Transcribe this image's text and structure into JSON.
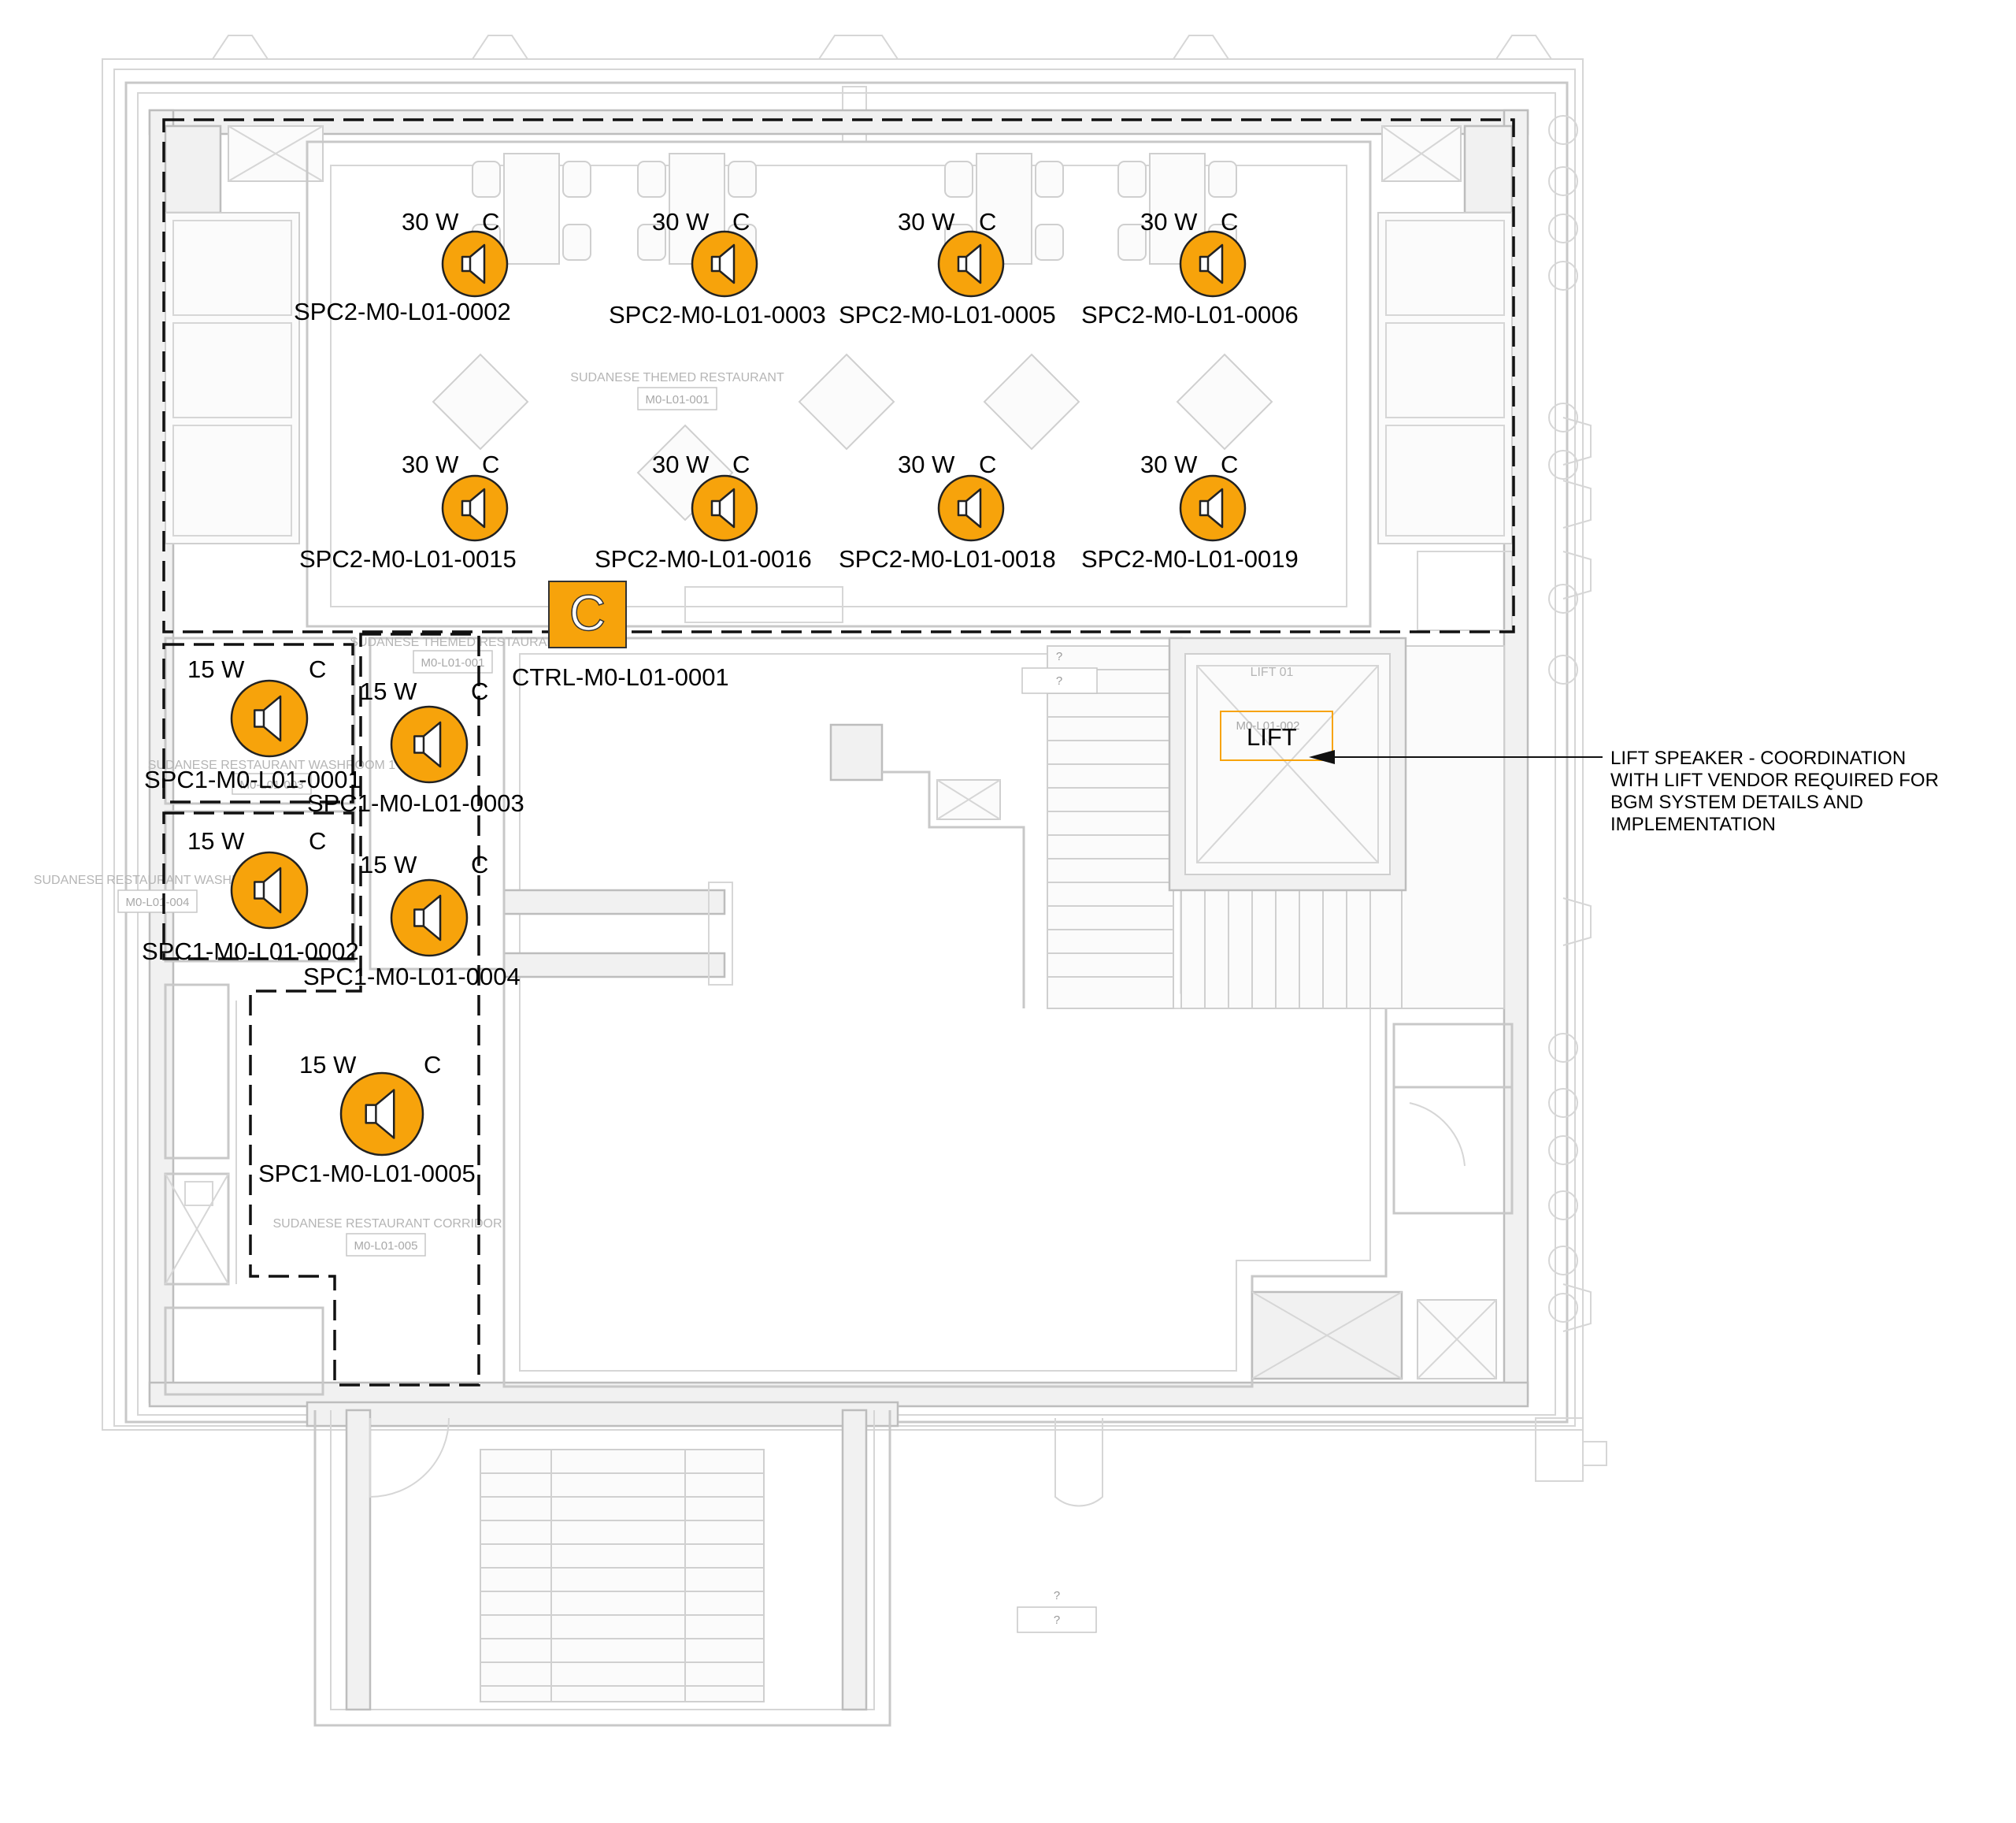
{
  "colors": {
    "speaker_fill": "#F7A30B",
    "speaker_stroke": "#222222",
    "zone_line": "#111111",
    "wall_line": "#C8C8C8",
    "room_text": "#B5B5B5"
  },
  "speaker_icon": "speaker-icon",
  "rooms": {
    "restaurant": {
      "name": "SUDANESE THEMED RESTAURANT",
      "id": "M0-L01-001"
    },
    "restaurant_overlap": {
      "name": "SUDANESE THEMED RESTAURANT",
      "id": "M0-L01-001"
    },
    "washroom1": {
      "name": "SUDANESE RESTAURANT WASHROOM 1",
      "id": "M0-L01-003"
    },
    "washroom2": {
      "name": "SUDANESE RESTAURANT WASHROOM 2",
      "id": "M0-L01-004"
    },
    "corridor": {
      "name": "SUDANESE RESTAURANT CORRIDOR",
      "id": "M0-L01-005"
    },
    "lift": {
      "name": "LIFT 01",
      "id": "M0-L01-002"
    },
    "unknown1": {
      "name": "?",
      "id": "?"
    },
    "unknown2": {
      "name": "?",
      "id": "?"
    }
  },
  "speakers": [
    {
      "id": "SPC2-M0-L01-0002",
      "watt": "30 W",
      "circuit": "C"
    },
    {
      "id": "SPC2-M0-L01-0003",
      "watt": "30 W",
      "circuit": "C"
    },
    {
      "id": "SPC2-M0-L01-0005",
      "watt": "30 W",
      "circuit": "C"
    },
    {
      "id": "SPC2-M0-L01-0006",
      "watt": "30 W",
      "circuit": "C"
    },
    {
      "id": "SPC2-M0-L01-0015",
      "watt": "30 W",
      "circuit": "C"
    },
    {
      "id": "SPC2-M0-L01-0016",
      "watt": "30 W",
      "circuit": "C"
    },
    {
      "id": "SPC2-M0-L01-0018",
      "watt": "30 W",
      "circuit": "C"
    },
    {
      "id": "SPC2-M0-L01-0019",
      "watt": "30 W",
      "circuit": "C"
    },
    {
      "id": "SPC1-M0-L01-0001",
      "watt": "15 W",
      "circuit": "C"
    },
    {
      "id": "SPC1-M0-L01-0003",
      "watt": "15 W",
      "circuit": "C"
    },
    {
      "id": "SPC1-M0-L01-0002",
      "watt": "15 W",
      "circuit": "C"
    },
    {
      "id": "SPC1-M0-L01-0004",
      "watt": "15 W",
      "circuit": "C"
    },
    {
      "id": "SPC1-M0-L01-0005",
      "watt": "15 W",
      "circuit": "C"
    }
  ],
  "controller": {
    "id": "CTRL-M0-L01-0001",
    "symbol": "C"
  },
  "lift_tag": "LIFT",
  "lift_note": [
    "LIFT SPEAKER - COORDINATION",
    "WITH LIFT VENDOR REQUIRED FOR",
    "BGM SYSTEM DETAILS AND",
    "IMPLEMENTATION"
  ]
}
